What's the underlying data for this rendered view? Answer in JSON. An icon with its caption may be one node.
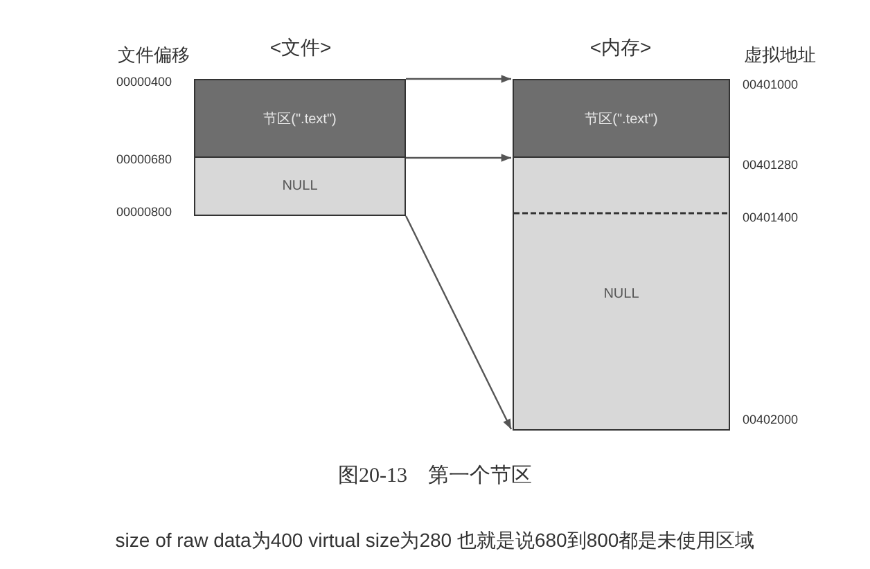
{
  "diagram": {
    "caption": "图20-13　第一个节区",
    "nodes": [
      {
        "text": [
          "节区(\".text\")"
        ]
      },
      {
        "text": [
          "NULL"
        ]
      },
      {
        "text": [
          "节区(\".text\")"
        ]
      },
      {
        "text": [
          "NULL"
        ]
      }
    ],
    "edges": [
      {
        "from": 0,
        "to": 2,
        "arrow": "to"
      },
      {
        "from": 1,
        "to": 3,
        "arrow": "to"
      },
      {
        "from": 1,
        "to": 3,
        "arrow": "to"
      }
    ],
    "labels": [
      "文件偏移",
      "<文件>",
      "<内存>",
      "虚拟地址",
      "00000400",
      "00401000",
      "00000680",
      "00401280",
      "00000800",
      "00401400",
      "00402000",
      "size of raw data为400 virtual size为280 也就是说680到800都是未使用区域"
    ]
  }
}
